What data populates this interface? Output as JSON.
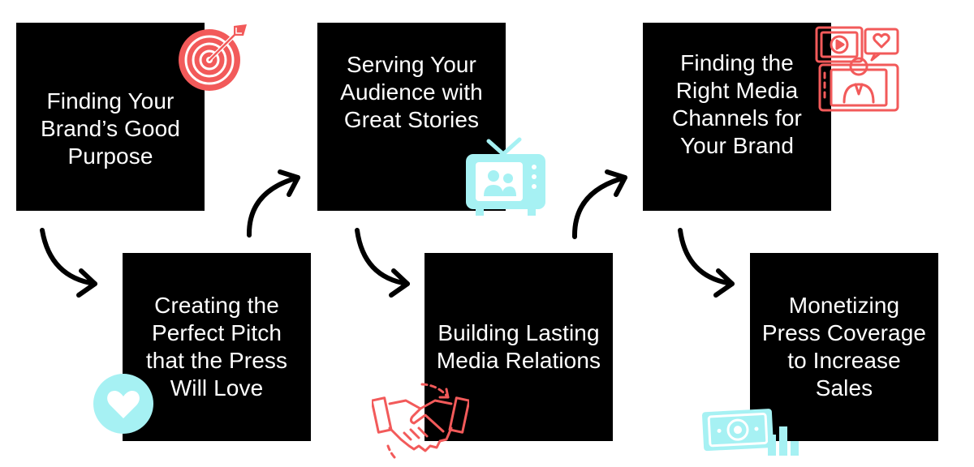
{
  "steps": [
    {
      "label": "Finding Your Brand’s Good Purpose",
      "icon": "target-icon"
    },
    {
      "label": "Creating the Perfect Pitch that the Press Will Love",
      "icon": "heart-icon"
    },
    {
      "label": "Serving Your Audience with Great Stories",
      "icon": "tv-icon"
    },
    {
      "label": "Building Lasting Media Relations",
      "icon": "handshake-icon"
    },
    {
      "label": "Finding the Right Media Channels for Your Brand",
      "icon": "media-channels-icon"
    },
    {
      "label": "Monetizing Press Coverage to Increase Sales",
      "icon": "money-chart-icon"
    }
  ],
  "colors": {
    "box": "#000000",
    "text": "#ffffff",
    "accent_red": "#f25a5a",
    "accent_cyan": "#a6f1f3",
    "arrow": "#000000"
  }
}
